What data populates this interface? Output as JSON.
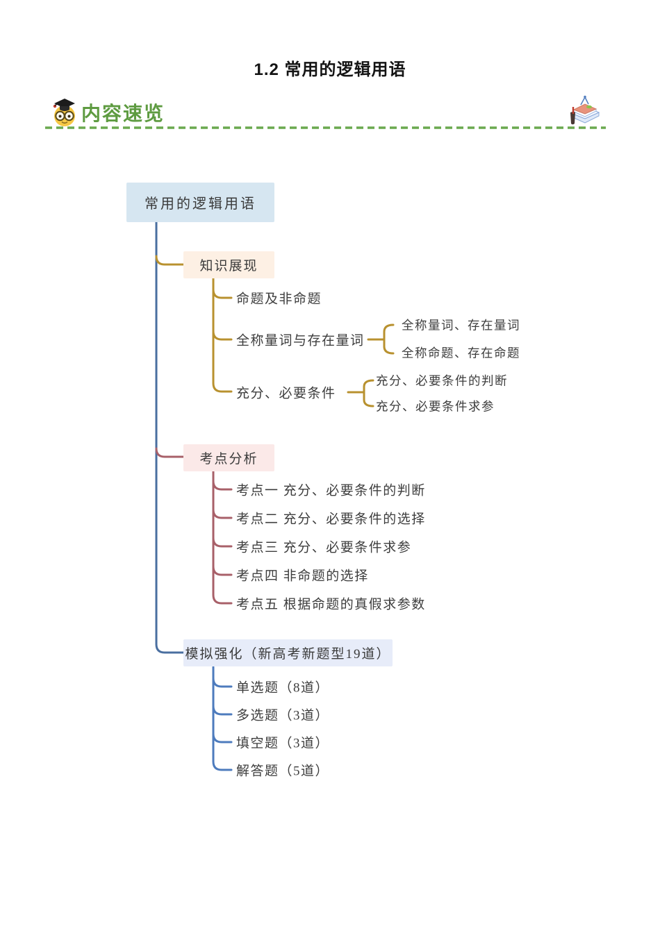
{
  "doc": {
    "title": "1.2 常用的逻辑用语"
  },
  "header": {
    "label": "内容速览",
    "text_color": "#5e9b41",
    "divider_color": "#6aa84f",
    "left_icon": "owl-graduate-icon",
    "right_icon": "books-stationery-icon"
  },
  "mindmap": {
    "root": {
      "label": "常用的逻辑用语",
      "bg": "#d6e6f1",
      "line_color": "#4a6fa0"
    },
    "branches": [
      {
        "label": "知识展现",
        "bg": "#fdf0e4",
        "line_color": "#b8912f",
        "children": [
          {
            "label": "命题及非命题",
            "children": []
          },
          {
            "label": "全称量词与存在量词",
            "children": [
              "全称量词、存在量词",
              "全称命题、存在命题"
            ]
          },
          {
            "label": "充分、必要条件",
            "children": [
              "充分、必要条件的判断",
              "充分、必要条件求参"
            ]
          }
        ]
      },
      {
        "label": "考点分析",
        "bg": "#fbe9e8",
        "line_color": "#a86069",
        "children": [
          {
            "label": "考点一 充分、必要条件的判断",
            "children": []
          },
          {
            "label": "考点二 充分、必要条件的选择",
            "children": []
          },
          {
            "label": "考点三 充分、必要条件求参",
            "children": []
          },
          {
            "label": "考点四 非命题的选择",
            "children": []
          },
          {
            "label": "考点五 根据命题的真假求参数",
            "children": []
          }
        ]
      },
      {
        "label": "模拟强化（新高考新题型19道）",
        "bg": "#e7ecf9",
        "line_color": "#4d7bbd",
        "children": [
          {
            "label": "单选题（8道）",
            "children": []
          },
          {
            "label": "多选题（3道）",
            "children": []
          },
          {
            "label": "填空题（3道）",
            "children": []
          },
          {
            "label": "解答题（5道）",
            "children": []
          }
        ]
      }
    ]
  }
}
